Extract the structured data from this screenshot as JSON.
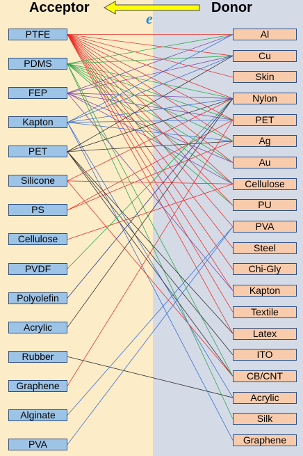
{
  "header": {
    "acceptor_label": "Acceptor",
    "donor_label": "Donor",
    "electron_label": "e",
    "arrow_color": "#ffff00"
  },
  "acceptors": [
    "PTFE",
    "PDMS",
    "FEP",
    "Kapton",
    "PET",
    "Silicone",
    "PS",
    "Cellulose",
    "PVDF",
    "Polyolefin",
    "Acrylic",
    "Rubber",
    "Graphene",
    "Alginate",
    "PVA"
  ],
  "donors": [
    "Al",
    "Cu",
    "Skin",
    "Nylon",
    "PET",
    "Ag",
    "Au",
    "Cellulose",
    "PU",
    "PVA",
    "Steel",
    "Chi-Gly",
    "Kapton",
    "Textile",
    "Latex",
    "ITO",
    "CB/CNT",
    "Acrylic",
    "Silk",
    "Graphene"
  ],
  "colors": {
    "acceptor_bg": "#fdecc8",
    "donor_bg": "#d4dbe7",
    "acceptor_box": "#9dc3e6",
    "donor_box": "#f8cbad",
    "red": "#e8302a",
    "green": "#2aa84a",
    "blue": "#3a6fd0",
    "navy": "#2a3a8a",
    "purple": "#7a4aa8",
    "dark": "#333333"
  },
  "connections": [
    {
      "from": 0,
      "to": 0,
      "color": "red"
    },
    {
      "from": 0,
      "to": 1,
      "color": "red"
    },
    {
      "from": 0,
      "to": 2,
      "color": "red"
    },
    {
      "from": 0,
      "to": 3,
      "color": "red"
    },
    {
      "from": 0,
      "to": 4,
      "color": "red"
    },
    {
      "from": 0,
      "to": 5,
      "color": "red"
    },
    {
      "from": 0,
      "to": 6,
      "color": "red"
    },
    {
      "from": 0,
      "to": 7,
      "color": "red"
    },
    {
      "from": 0,
      "to": 8,
      "color": "red"
    },
    {
      "from": 0,
      "to": 9,
      "color": "red"
    },
    {
      "from": 0,
      "to": 10,
      "color": "red"
    },
    {
      "from": 0,
      "to": 11,
      "color": "red"
    },
    {
      "from": 0,
      "to": 12,
      "color": "red"
    },
    {
      "from": 0,
      "to": 13,
      "color": "red"
    },
    {
      "from": 0,
      "to": 14,
      "color": "red"
    },
    {
      "from": 1,
      "to": 0,
      "color": "green"
    },
    {
      "from": 1,
      "to": 1,
      "color": "green"
    },
    {
      "from": 1,
      "to": 3,
      "color": "green"
    },
    {
      "from": 1,
      "to": 4,
      "color": "green"
    },
    {
      "from": 1,
      "to": 5,
      "color": "green"
    },
    {
      "from": 1,
      "to": 6,
      "color": "green"
    },
    {
      "from": 1,
      "to": 7,
      "color": "green"
    },
    {
      "from": 1,
      "to": 8,
      "color": "green"
    },
    {
      "from": 1,
      "to": 16,
      "color": "green"
    },
    {
      "from": 1,
      "to": 18,
      "color": "green"
    },
    {
      "from": 2,
      "to": 0,
      "color": "purple"
    },
    {
      "from": 2,
      "to": 1,
      "color": "purple"
    },
    {
      "from": 2,
      "to": 3,
      "color": "purple"
    },
    {
      "from": 2,
      "to": 4,
      "color": "purple"
    },
    {
      "from": 2,
      "to": 6,
      "color": "purple"
    },
    {
      "from": 2,
      "to": 7,
      "color": "purple"
    },
    {
      "from": 2,
      "to": 12,
      "color": "purple"
    },
    {
      "from": 3,
      "to": 0,
      "color": "blue"
    },
    {
      "from": 3,
      "to": 1,
      "color": "blue"
    },
    {
      "from": 3,
      "to": 3,
      "color": "blue"
    },
    {
      "from": 3,
      "to": 4,
      "color": "blue"
    },
    {
      "from": 3,
      "to": 5,
      "color": "blue"
    },
    {
      "from": 3,
      "to": 17,
      "color": "blue"
    },
    {
      "from": 3,
      "to": 19,
      "color": "blue"
    },
    {
      "from": 4,
      "to": 1,
      "color": "dark"
    },
    {
      "from": 4,
      "to": 3,
      "color": "dark"
    },
    {
      "from": 4,
      "to": 5,
      "color": "dark"
    },
    {
      "from": 4,
      "to": 14,
      "color": "dark"
    },
    {
      "from": 4,
      "to": 15,
      "color": "dark"
    },
    {
      "from": 4,
      "to": 16,
      "color": "dark"
    },
    {
      "from": 5,
      "to": 3,
      "color": "red"
    },
    {
      "from": 5,
      "to": 7,
      "color": "red"
    },
    {
      "from": 5,
      "to": 16,
      "color": "red"
    },
    {
      "from": 6,
      "to": 4,
      "color": "red"
    },
    {
      "from": 6,
      "to": 5,
      "color": "red"
    },
    {
      "from": 7,
      "to": 7,
      "color": "red"
    },
    {
      "from": 8,
      "to": 3,
      "color": "green"
    },
    {
      "from": 9,
      "to": 3,
      "color": "navy"
    },
    {
      "from": 10,
      "to": 3,
      "color": "dark"
    },
    {
      "from": 11,
      "to": 17,
      "color": "dark"
    },
    {
      "from": 12,
      "to": 4,
      "color": "red"
    },
    {
      "from": 13,
      "to": 9,
      "color": "blue"
    },
    {
      "from": 14,
      "to": 9,
      "color": "blue"
    }
  ]
}
